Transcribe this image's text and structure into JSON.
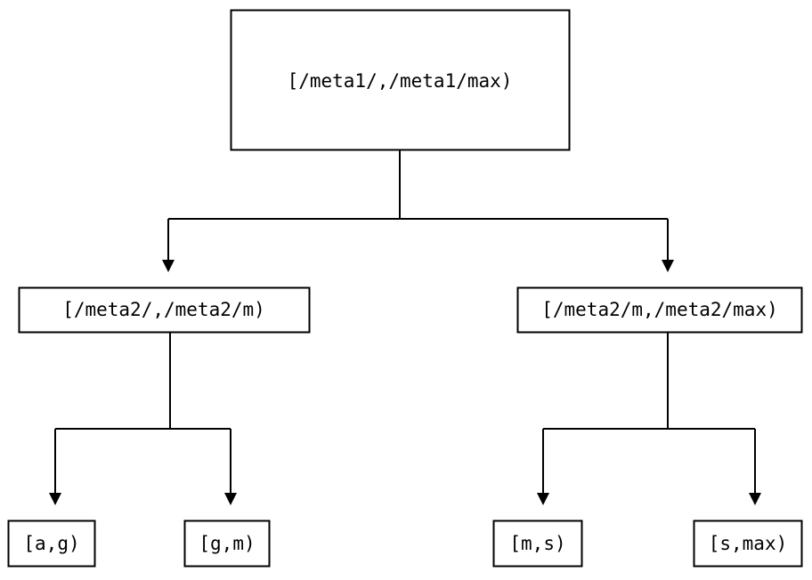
{
  "diagram": {
    "type": "tree",
    "title": "",
    "background_color": "#ffffff",
    "stroke_color": "#000000",
    "text_color": "#000000",
    "levels": 3,
    "nodes": {
      "root": {
        "label": "[/meta1/,/meta1/max)",
        "level": 0
      },
      "mid_left": {
        "label": "[/meta2/,/meta2/m)",
        "level": 1
      },
      "mid_right": {
        "label": "[/meta2/m,/meta2/max)",
        "level": 1
      },
      "leaf_1": {
        "label": "[a,g)",
        "level": 2
      },
      "leaf_2": {
        "label": "[g,m)",
        "level": 2
      },
      "leaf_3": {
        "label": "[m,s)",
        "level": 2
      },
      "leaf_4": {
        "label": "[s,max)",
        "level": 2
      }
    },
    "edges": [
      {
        "from": "root",
        "to": "mid_left",
        "arrow": "down-triangle"
      },
      {
        "from": "root",
        "to": "mid_right",
        "arrow": "down-triangle"
      },
      {
        "from": "mid_left",
        "to": "leaf_1",
        "arrow": "down-triangle"
      },
      {
        "from": "mid_left",
        "to": "leaf_2",
        "arrow": "down-triangle"
      },
      {
        "from": "mid_right",
        "to": "leaf_3",
        "arrow": "down-triangle"
      },
      {
        "from": "mid_right",
        "to": "leaf_4",
        "arrow": "down-triangle"
      }
    ]
  }
}
